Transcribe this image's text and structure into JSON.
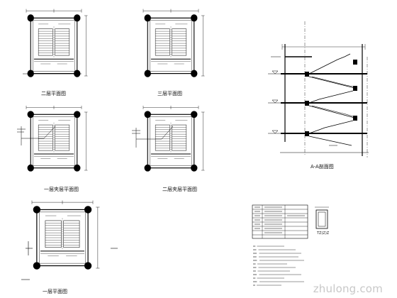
{
  "drawing": {
    "plans": [
      {
        "title": "二层平面图"
      },
      {
        "title": "三层平面图"
      },
      {
        "title": "一层夹层平面图"
      },
      {
        "title": "二层夹层平面图"
      },
      {
        "title": "一层平面图"
      }
    ],
    "section": {
      "title": "A-A剖面图"
    },
    "detail": {
      "caption": "TZ(Z)Z"
    },
    "watermark": "zhulong.com"
  }
}
